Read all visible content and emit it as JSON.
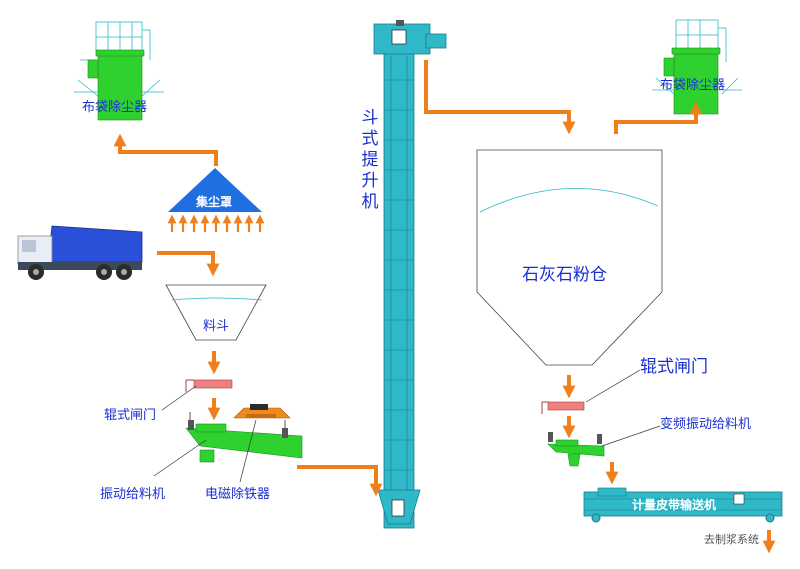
{
  "labels": {
    "dust_collector_left": "布袋除尘器",
    "dust_collector_right": "布袋除尘器",
    "dust_hood": "集尘罩",
    "hopper": "料斗",
    "roller_gate_left": "辊式闸门",
    "roller_gate_right": "辊式闸门",
    "vibrating_feeder": "振动给料机",
    "magnetic_separator": "电磁除铁器",
    "bucket_elevator": "斗式提升机",
    "silo": "石灰石粉仓",
    "vf_vibrating_feeder": "变频振动给料机",
    "belt_conveyor": "计量皮带输送机",
    "to_system": "去制浆系统"
  },
  "colors": {
    "equipment_green": "#2fd12f",
    "structure_cyan": "#2fb8c8",
    "flow_arrow": "#ef7f1a",
    "label_blue": "#1a2fd0",
    "hood_blue": "#1f6fe0",
    "gate_red": "#f08080",
    "truck_blue": "#2a4fd8"
  },
  "icons": [
    "dump-truck-icon",
    "bag-filter-icon",
    "bucket-elevator-icon",
    "vibrating-feeder-icon",
    "magnetic-separator-icon",
    "silo-icon",
    "belt-conveyor-icon",
    "roller-gate-icon"
  ]
}
